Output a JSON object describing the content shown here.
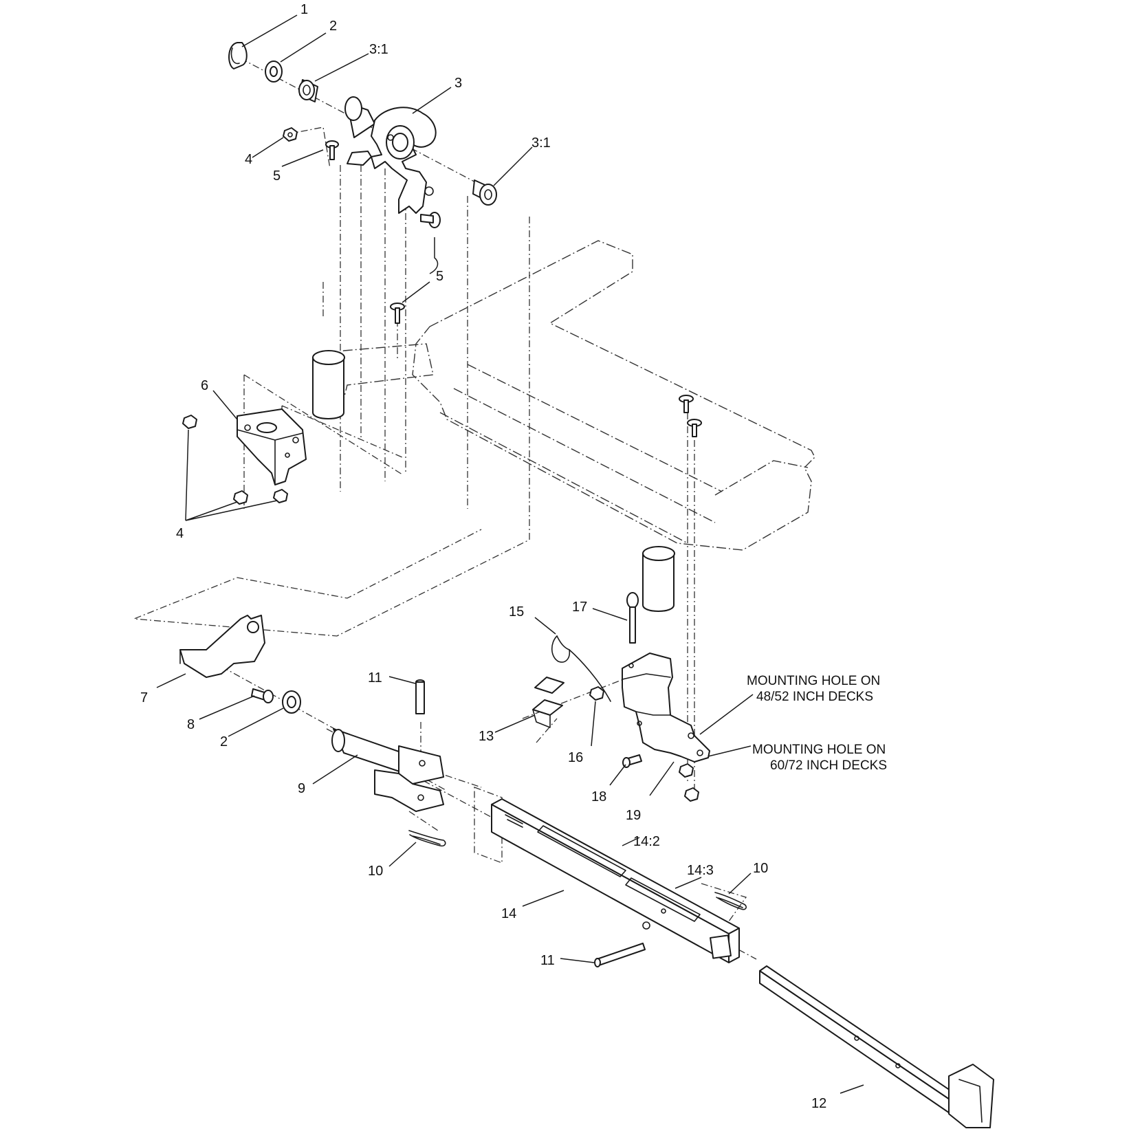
{
  "labels": {
    "1": "1",
    "2": "2",
    "3": "3",
    "3_1": "3:1",
    "4": "4",
    "5": "5",
    "6": "6",
    "7": "7",
    "8": "8",
    "9": "9",
    "10": "10",
    "11": "11",
    "12": "12",
    "13": "13",
    "14": "14",
    "14_2": "14:2",
    "14_3": "14:3",
    "15": "15",
    "16": "16",
    "17": "17",
    "18": "18",
    "19": "19"
  },
  "notes": {
    "hole_48_52_line1": "MOUNTING HOLE ON",
    "hole_48_52_line2": "48/52 INCH DECKS",
    "hole_60_72_line1": "MOUNTING HOLE ON",
    "hole_60_72_line2": "60/72 INCH DECKS"
  }
}
